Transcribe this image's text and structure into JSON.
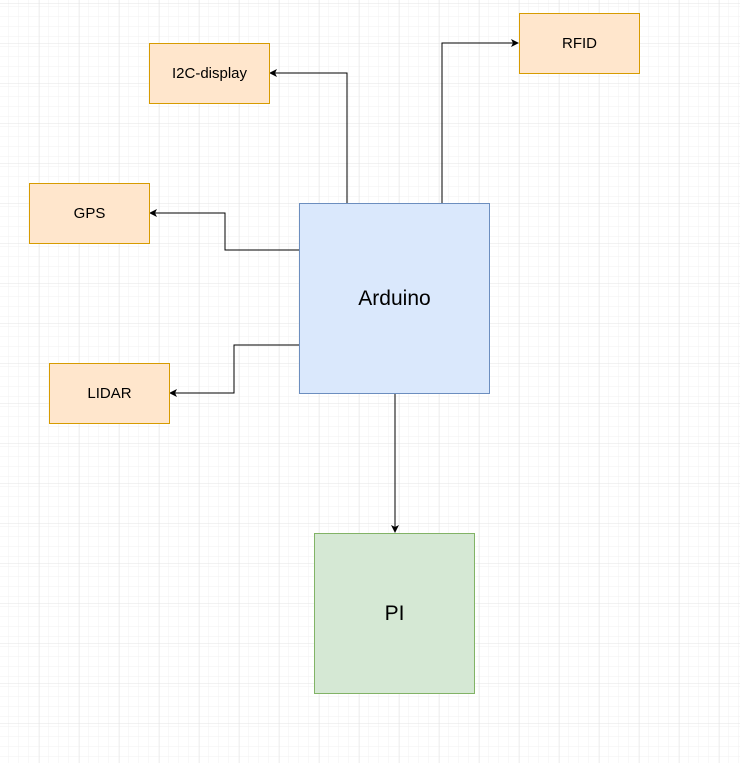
{
  "diagram": {
    "nodes": [
      {
        "id": "arduino",
        "label": "Arduino",
        "fill": "#dae8fc",
        "stroke": "#6c8ebf"
      },
      {
        "id": "i2c",
        "label": "I2C-display",
        "fill": "#ffe6cc",
        "stroke": "#d79b00"
      },
      {
        "id": "rfid",
        "label": "RFID",
        "fill": "#ffe6cc",
        "stroke": "#d79b00"
      },
      {
        "id": "gps",
        "label": "GPS",
        "fill": "#ffe6cc",
        "stroke": "#d79b00"
      },
      {
        "id": "lidar",
        "label": "LIDAR",
        "fill": "#ffe6cc",
        "stroke": "#d79b00"
      },
      {
        "id": "pi",
        "label": "PI",
        "fill": "#d5e8d4",
        "stroke": "#82b366"
      }
    ],
    "edges": [
      {
        "from": "arduino",
        "to": "i2c"
      },
      {
        "from": "arduino",
        "to": "rfid"
      },
      {
        "from": "arduino",
        "to": "gps"
      },
      {
        "from": "arduino",
        "to": "lidar"
      },
      {
        "from": "arduino",
        "to": "pi"
      }
    ]
  }
}
